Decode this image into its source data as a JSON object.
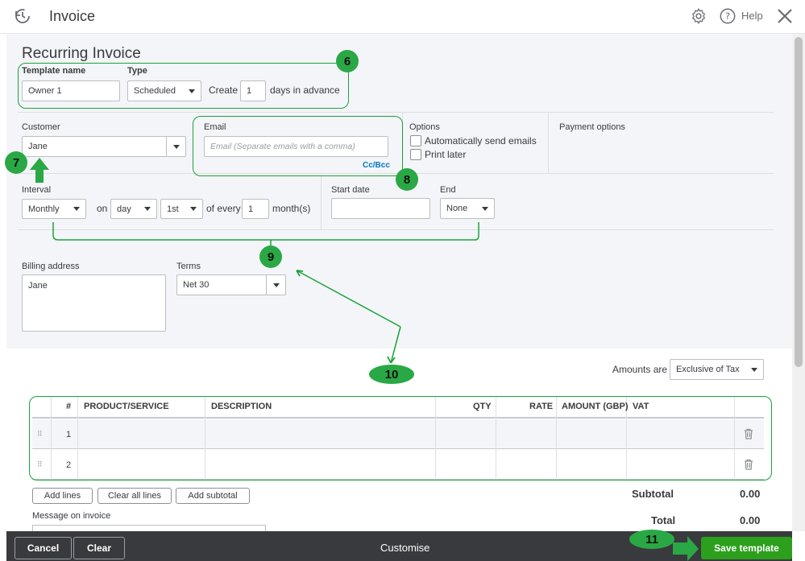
{
  "header": {
    "title": "Invoice",
    "help_label": "Help"
  },
  "form": {
    "title": "Recurring Invoice",
    "template_name_label": "Template name",
    "template_name_value": "Owner 1",
    "type_label": "Type",
    "type_value": "Scheduled",
    "create_label": "Create",
    "create_days_value": "1",
    "days_in_advance_label": "days in advance",
    "customer_label": "Customer",
    "customer_value": "Jane",
    "email_label": "Email",
    "email_placeholder": "Email (Separate emails with a comma)",
    "cc_bcc_label": "Cc/Bcc",
    "options_label": "Options",
    "auto_send_label": "Automatically send emails",
    "print_later_label": "Print later",
    "payment_options_label": "Payment options",
    "interval_label": "Interval",
    "interval_value": "Monthly",
    "on_label": "on",
    "day_value": "day",
    "nth_value": "1st",
    "of_every_label": "of every",
    "months_value": "1",
    "months_label": "month(s)",
    "start_date_label": "Start date",
    "start_date_value": "",
    "end_label": "End",
    "end_value": "None",
    "billing_address_label": "Billing address",
    "billing_address_value": "Jane",
    "terms_label": "Terms",
    "terms_value": "Net 30",
    "amounts_are_label": "Amounts are",
    "amounts_are_value": "Exclusive of Tax"
  },
  "table": {
    "headers": {
      "num": "#",
      "product": "PRODUCT/SERVICE",
      "description": "DESCRIPTION",
      "qty": "QTY",
      "rate": "RATE",
      "amount": "AMOUNT (GBP)",
      "vat": "VAT"
    },
    "rows": [
      {
        "num": "1"
      },
      {
        "num": "2"
      }
    ]
  },
  "actions": {
    "add_lines": "Add lines",
    "clear_all_lines": "Clear all lines",
    "add_subtotal": "Add subtotal",
    "message_label": "Message on invoice"
  },
  "totals": {
    "subtotal_label": "Subtotal",
    "subtotal_value": "0.00",
    "total_label": "Total",
    "total_value": "0.00"
  },
  "footer": {
    "cancel_label": "Cancel",
    "clear_label": "Clear",
    "customise_label": "Customise",
    "save_template_label": "Save template"
  },
  "annotations": {
    "b6": "6",
    "b7": "7",
    "b8": "8",
    "b9": "9",
    "b10": "10",
    "b11": "11"
  },
  "colors": {
    "accent_green": "#2ca01c",
    "annotation_green": "#1aa33b",
    "footer_bg": "#393a3d",
    "form_bg": "#f4f5f8",
    "link_blue": "#0077c5"
  }
}
